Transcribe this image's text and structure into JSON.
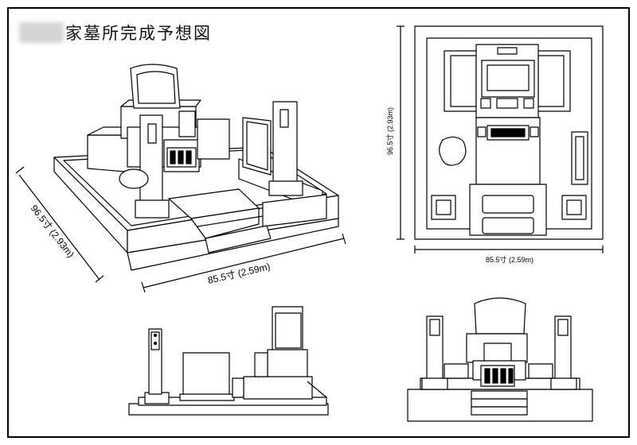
{
  "title": "家墓所完成予想図",
  "dimensions": {
    "perspective_width": "85.5寸 (2.59m)",
    "perspective_depth": "96.5寸 (2.93m)",
    "plan_width": "85.5寸 (2.59m)",
    "plan_depth": "96.5寸 (2.93m)"
  }
}
